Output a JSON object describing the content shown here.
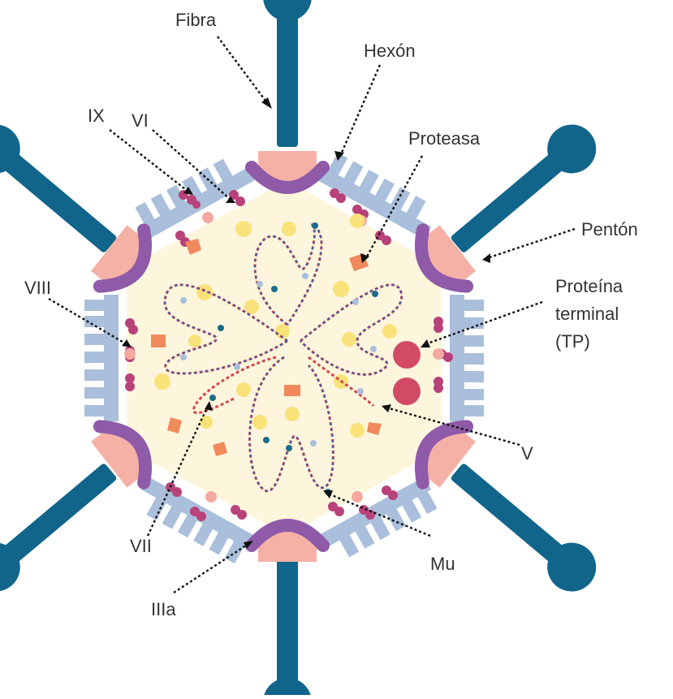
{
  "labels": {
    "fibra": "Fibra",
    "hexon": "Hexón",
    "ix": "IX",
    "vi": "VI",
    "proteasa": "Proteasa",
    "penton": "Pentón",
    "viii": "VIII",
    "proteina_terminal_line1": "Proteína",
    "proteina_terminal_line2": "terminal",
    "proteina_terminal_line3": "(TP)",
    "v": "V",
    "vii": "VII",
    "mu": "Mu",
    "iiia": "IIIa"
  },
  "colors": {
    "fiber": "#11658a",
    "hexon": "#a9bfdb",
    "penton_base": "#f5b1a6",
    "penton_purple": "#8f5aa8",
    "capsid_interior": "#fdf6dc",
    "protein_ix_vi": "#b8427a",
    "protein_viii": "#f4a9a0",
    "protease": "#f08a5d",
    "terminal_protein": "#d34a66",
    "yellow_core": "#f9e27a",
    "dna_red": "#d4474b",
    "dna_blue": "#3c5ea8"
  }
}
